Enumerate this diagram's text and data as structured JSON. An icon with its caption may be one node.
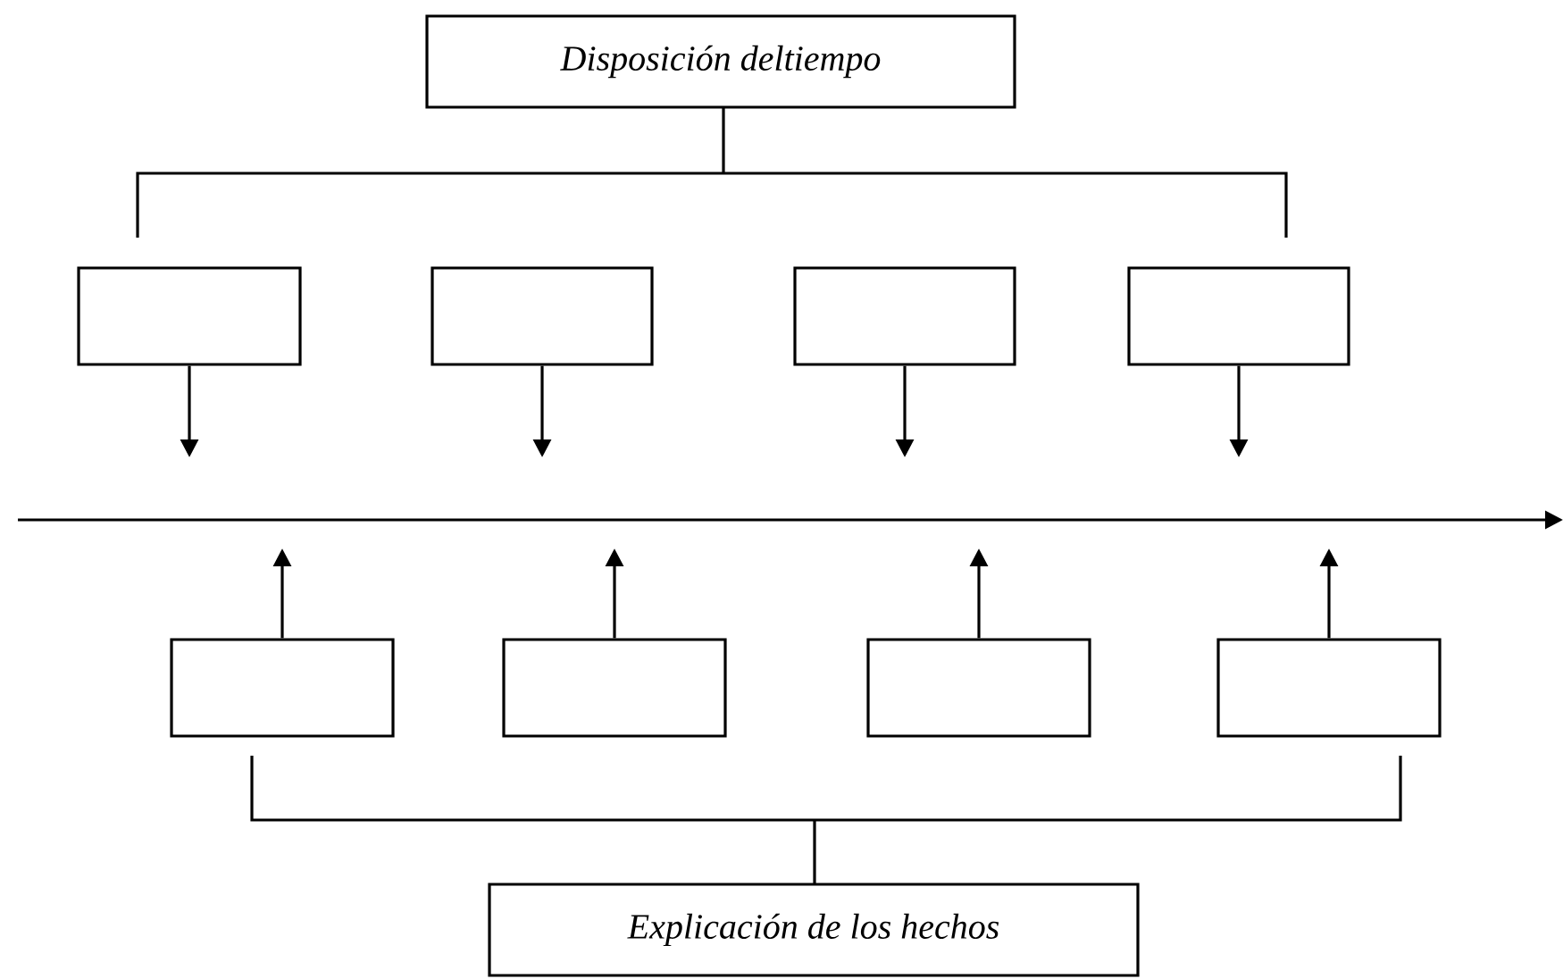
{
  "diagram": {
    "nodes": [
      {
        "text": [
          "Disposición deltiempo"
        ]
      },
      {
        "text": [],
        "shape": "box"
      },
      {
        "text": [],
        "shape": "box"
      },
      {
        "text": [],
        "shape": "box"
      },
      {
        "text": [],
        "shape": "box"
      },
      {
        "text": [],
        "shape": "box"
      },
      {
        "text": [],
        "shape": "box"
      },
      {
        "text": [],
        "shape": "box"
      },
      {
        "text": [],
        "shape": "box"
      },
      {
        "text": [
          "Explicación de los hechos"
        ]
      }
    ],
    "edges": [
      {
        "from": 1,
        "to": null,
        "arrow": "to"
      },
      {
        "from": 2,
        "to": null,
        "arrow": "to"
      },
      {
        "from": 3,
        "to": null,
        "arrow": "to"
      },
      {
        "from": 4,
        "to": null,
        "arrow": "to"
      },
      {
        "from": 5,
        "to": null,
        "arrow": "to"
      },
      {
        "from": 6,
        "to": null,
        "arrow": "to"
      },
      {
        "from": 7,
        "to": null,
        "arrow": "to"
      },
      {
        "from": 8,
        "to": null,
        "arrow": "to"
      }
    ]
  }
}
